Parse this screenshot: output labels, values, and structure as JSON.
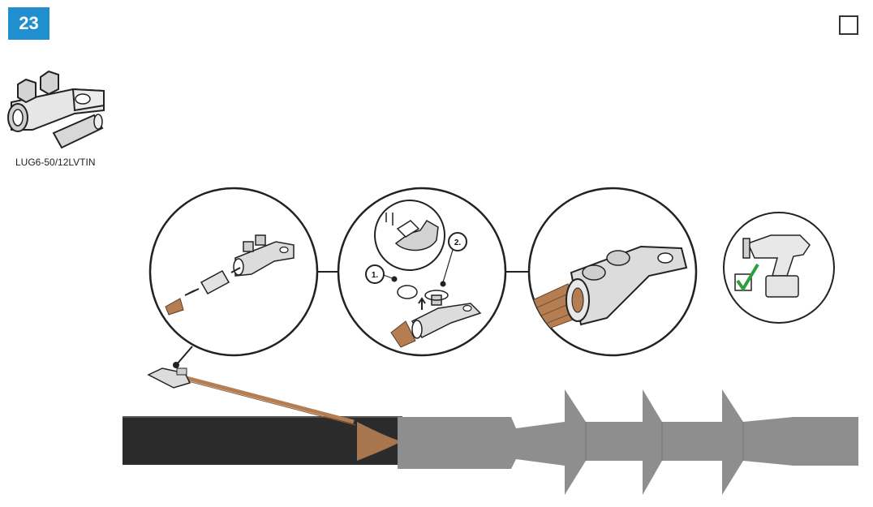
{
  "step": {
    "number": "23"
  },
  "part": {
    "label": "LUG6-50/12LVTIN"
  },
  "callouts": {
    "first": "1.",
    "second": "2."
  },
  "colors": {
    "badge": "#1f8fd0",
    "cable_jacket": "#2b2b2b",
    "copper": "#b57e52",
    "sleeve": "#8e8e8e",
    "check": "#2f9e3a"
  }
}
